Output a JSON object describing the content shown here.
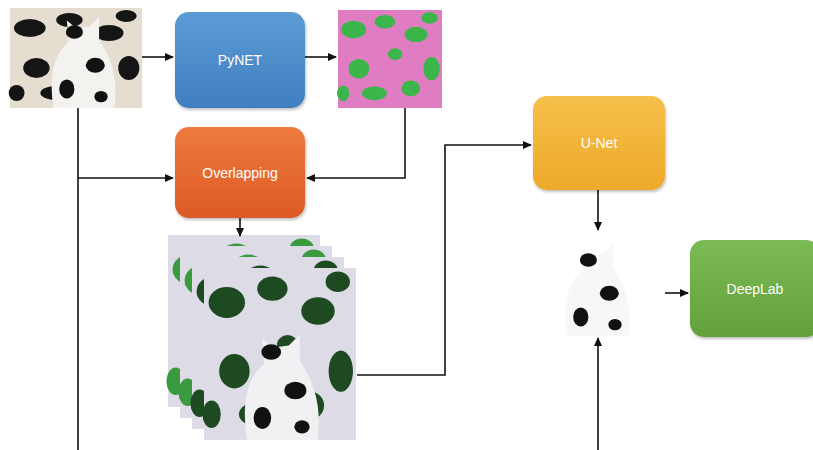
{
  "diagram": {
    "nodes": [
      {
        "text": [
          "PyNET"
        ]
      },
      {
        "text": [
          "Overlapping"
        ]
      },
      {
        "text": [
          "U-Net"
        ]
      },
      {
        "text": [
          "DeepLab"
        ]
      }
    ]
  }
}
